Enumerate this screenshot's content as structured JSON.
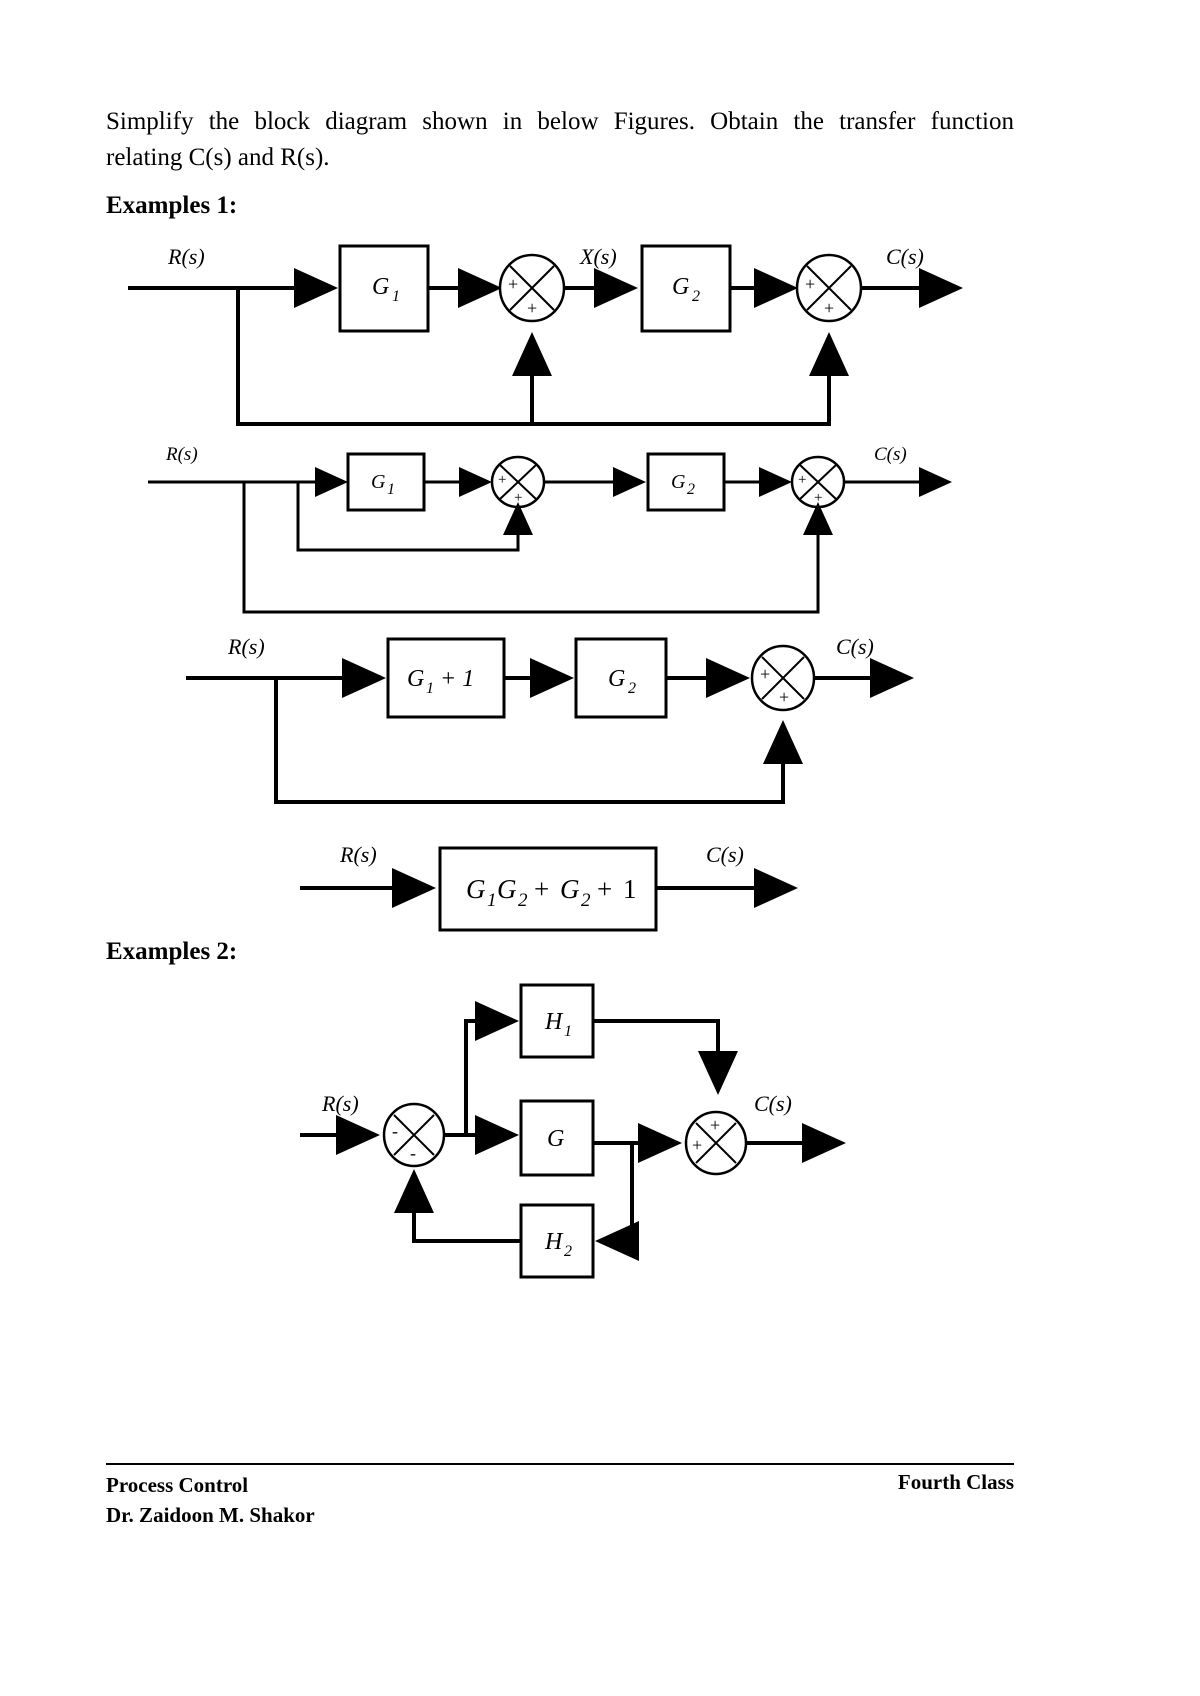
{
  "document": {
    "intro_line1": "Simplify the block diagram shown in below Figures. Obtain the transfer function",
    "intro_line2": "relating C(s) and R(s).",
    "heading_examples_1": "Examples 1:",
    "heading_examples_2": "Examples 2:"
  },
  "figures": {
    "fig1": {
      "caption_role": "original-block-diagram",
      "input_label": "R(s)",
      "block1": "G",
      "block1_sub": "1",
      "mid_label": "X(s)",
      "block2": "G",
      "block2_sub": "2",
      "output_label": "C(s)",
      "sum1_top_sign": "+",
      "sum1_bottom_sign": "+",
      "sum2_top_sign": "+",
      "sum2_bottom_sign": "+"
    },
    "fig2": {
      "caption_role": "redrawn-block-diagram",
      "input_label": "R(s)",
      "block1": "G",
      "block1_sub": "1",
      "block2": "G",
      "block2_sub": "2",
      "output_label": "C(s)",
      "sum1_top_sign": "+",
      "sum1_bottom_sign": "+",
      "sum2_top_sign": "+",
      "sum2_bottom_sign": "+"
    },
    "fig3": {
      "caption_role": "combined-block-diagram",
      "input_label": "R(s)",
      "block1": "G",
      "block1_sub": "1",
      "block1_tail": "+ 1",
      "block2": "G",
      "block2_sub": "2",
      "output_label": "C(s)",
      "sum_top_sign": "+",
      "sum_bottom_sign": "+"
    },
    "fig4": {
      "caption_role": "final-transfer-function",
      "input_label": "R(s)",
      "output_label": "C(s)",
      "formula_g1": "G",
      "formula_g1_sub": "1",
      "formula_g2a": "G",
      "formula_g2a_sub": "2",
      "formula_plus1": "+",
      "formula_g2b": "G",
      "formula_g2b_sub": "2",
      "formula_plus2": "+",
      "formula_one": "1"
    },
    "fig5": {
      "caption_role": "examples-2-block-diagram",
      "input_label": "R(s)",
      "output_label": "C(s)",
      "block_h1": "H",
      "block_h1_sub": "1",
      "block_g": "G",
      "block_h2": "H",
      "block_h2_sub": "2",
      "sum1_left_sign": "-",
      "sum1_bottom_sign": "-",
      "sum2_top_sign": "+",
      "sum2_left_sign": "+"
    }
  },
  "footer": {
    "course": "Process Control",
    "instructor": "Dr. Zaidoon M. Shakor",
    "class": "Fourth Class"
  },
  "colors": {
    "ink": "#000000",
    "paper": "#ffffff"
  }
}
